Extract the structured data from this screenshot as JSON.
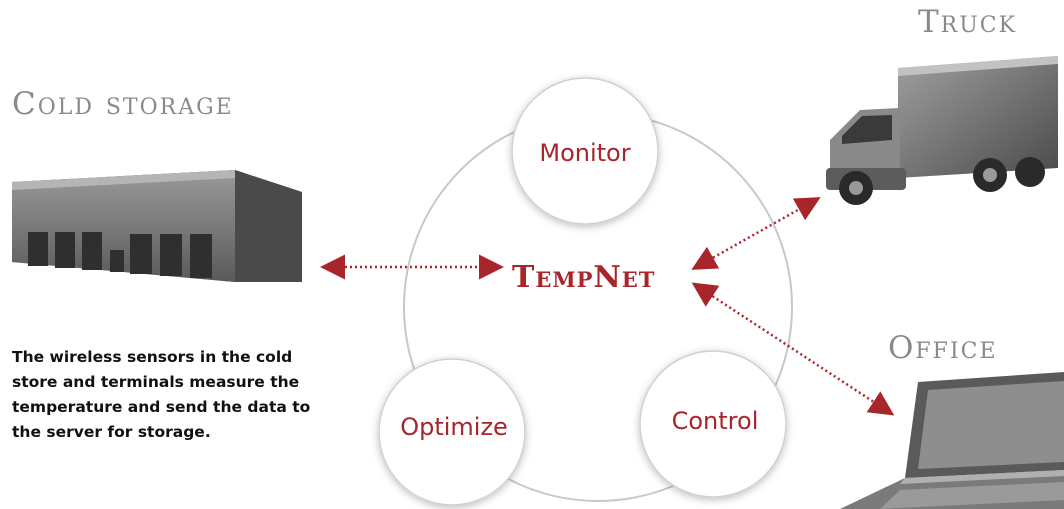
{
  "labels": {
    "cold_storage": "Cold storage",
    "truck": "Truck",
    "office": "Office"
  },
  "center": {
    "title": "TempNet"
  },
  "nodes": {
    "monitor": "Monitor",
    "optimize": "Optimize",
    "control": "Control"
  },
  "description": "The wireless sensors in the cold store and terminals measure the temperature and send the data to the server for storage.",
  "colors": {
    "accent": "#a8262b",
    "label_gray": "#8a8a8a",
    "ring": "#c8c8c8",
    "building": "#6f6f6f"
  },
  "icons": [
    "warehouse-icon",
    "truck-icon",
    "laptop-icon"
  ]
}
